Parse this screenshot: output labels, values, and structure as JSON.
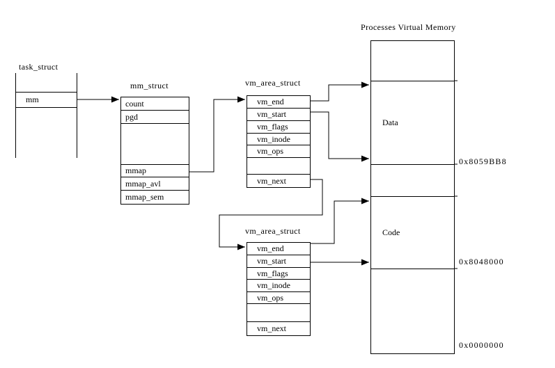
{
  "task_struct": {
    "title": "task_struct",
    "field": "mm"
  },
  "mm_struct": {
    "title": "mm_struct",
    "fields": [
      "count",
      "pgd",
      "",
      "mmap",
      "mmap_avl",
      "mmap_sem"
    ]
  },
  "vm_area_struct_1": {
    "title": "vm_area_struct",
    "fields": [
      "vm_end",
      "vm_start",
      "vm_flags",
      "vm_inode",
      "vm_ops",
      "",
      "vm_next"
    ]
  },
  "vm_area_struct_2": {
    "title": "vm_area_struct",
    "fields": [
      "vm_end",
      "vm_start",
      "vm_flags",
      "vm_inode",
      "vm_ops",
      "",
      "vm_next"
    ]
  },
  "memory": {
    "title": "Processes Virtual Memory",
    "regions": {
      "data": "Data",
      "code": "Code"
    },
    "addresses": [
      "0x8059BB8",
      "0x8048000",
      "0x0000000"
    ]
  },
  "colors": {
    "line": "#000000",
    "background": "#ffffff"
  }
}
